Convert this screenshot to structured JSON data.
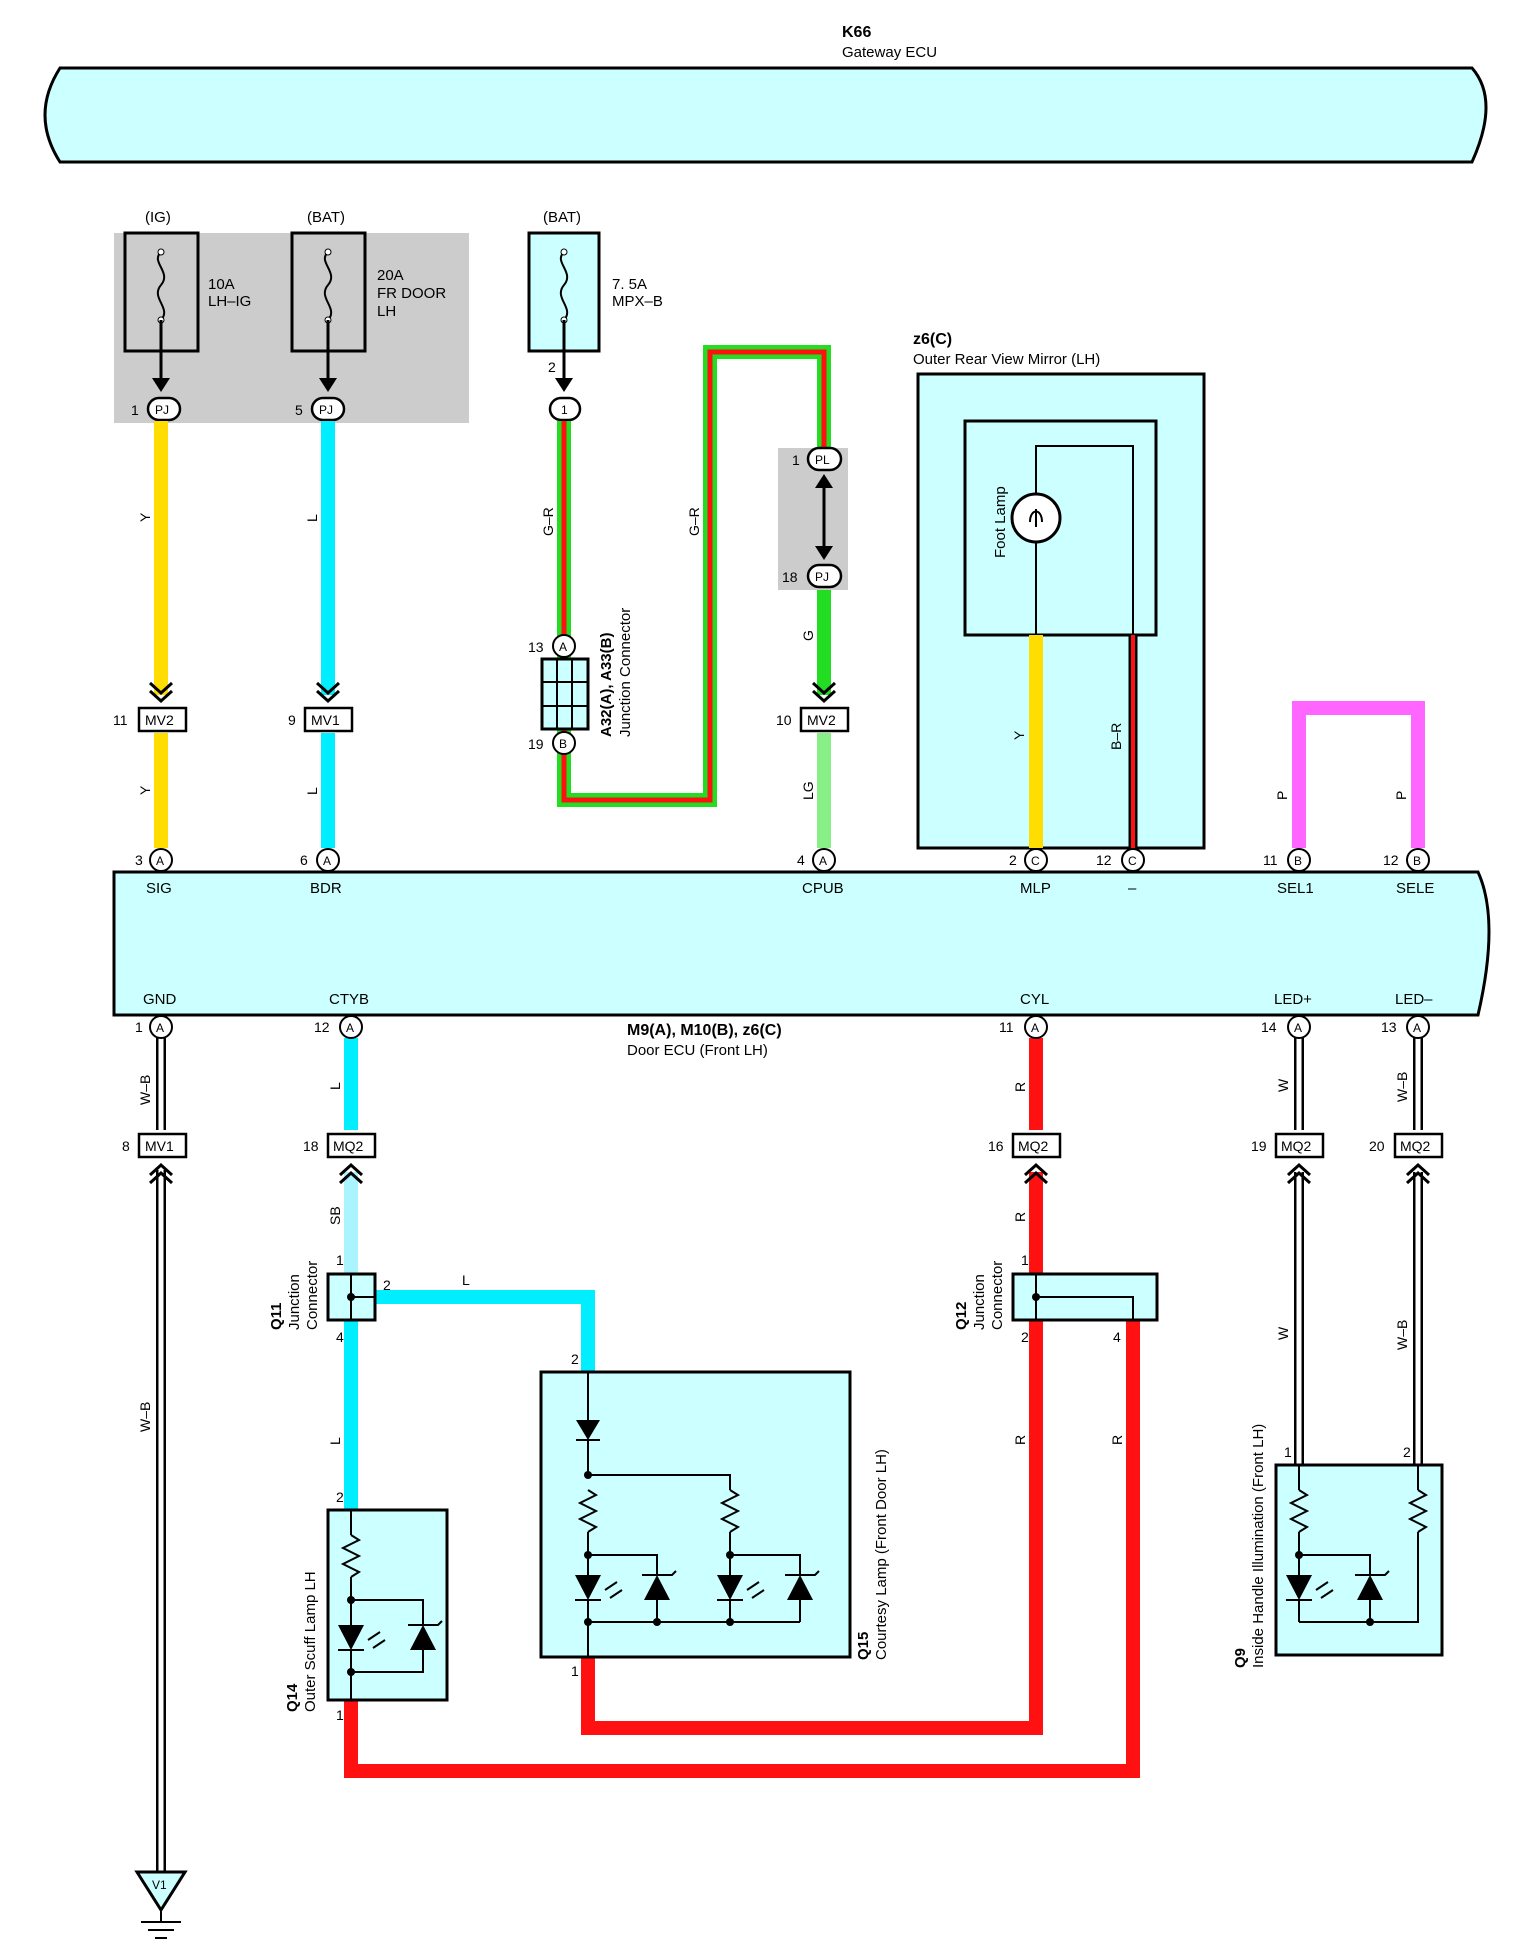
{
  "gateway": {
    "id": "K66",
    "name": "Gateway ECU"
  },
  "fuses": [
    {
      "source": "(IG)",
      "rating": "10A",
      "name": "LH–IG",
      "pin": "1",
      "conn": "PJ"
    },
    {
      "source": "(BAT)",
      "rating": "20A",
      "name1": "FR DOOR",
      "name2": "LH",
      "pin": "5",
      "conn": "PJ"
    },
    {
      "source": "(BAT)",
      "rating": "7. 5A",
      "name": "MPX–B",
      "pin_top": "2",
      "pin": "1"
    }
  ],
  "junction_a32": {
    "id": "A32(A), A33(B)",
    "name": "Junction Connector",
    "pin_top": "13",
    "pin_top_c": "A",
    "pin_bot": "19",
    "pin_bot_c": "B"
  },
  "pl_pj": {
    "top_pin": "1",
    "top_conn": "PL",
    "bot_pin": "18",
    "bot_conn": "PJ"
  },
  "mirror": {
    "id": "z6(C)",
    "name": "Outer Rear View Mirror (LH)",
    "lamp": "Foot Lamp"
  },
  "wire_codes": {
    "y": "Y",
    "l": "L",
    "gr": "G–R",
    "g": "G",
    "lg": "LG",
    "br": "B–R",
    "p": "P",
    "wb": "W–B",
    "r": "R",
    "w": "W",
    "sb": "SB"
  },
  "mv": [
    {
      "pin": "11",
      "conn": "MV2"
    },
    {
      "pin": "9",
      "conn": "MV1"
    },
    {
      "pin": "10",
      "conn": "MV2"
    },
    {
      "pin": "8",
      "conn": "MV1"
    }
  ],
  "door_ecu": {
    "id": "M9(A), M10(B), z6(C)",
    "name": "Door ECU (Front LH)",
    "top_pins": [
      {
        "pin": "3",
        "c": "A",
        "label": "SIG"
      },
      {
        "pin": "6",
        "c": "A",
        "label": "BDR"
      },
      {
        "pin": "4",
        "c": "A",
        "label": "CPUB"
      },
      {
        "pin": "2",
        "c": "C",
        "label": "MLP"
      },
      {
        "pin": "12",
        "c": "C",
        "label": "–"
      },
      {
        "pin": "11",
        "c": "B",
        "label": "SEL1"
      },
      {
        "pin": "12",
        "c": "B",
        "label": "SELE"
      }
    ],
    "bot_pins": [
      {
        "pin": "1",
        "c": "A",
        "label": "GND"
      },
      {
        "pin": "12",
        "c": "A",
        "label": "CTYB"
      },
      {
        "pin": "11",
        "c": "A",
        "label": "CYL"
      },
      {
        "pin": "14",
        "c": "A",
        "label": "LED+"
      },
      {
        "pin": "13",
        "c": "A",
        "label": "LED–"
      }
    ]
  },
  "mq": [
    {
      "pin": "18",
      "conn": "MQ2"
    },
    {
      "pin": "16",
      "conn": "MQ2"
    },
    {
      "pin": "19",
      "conn": "MQ2"
    },
    {
      "pin": "20",
      "conn": "MQ2"
    }
  ],
  "q11": {
    "id": "Q11",
    "name1": "Junction",
    "name2": "Connector",
    "p1": "1",
    "p2": "2",
    "p4": "4"
  },
  "q12": {
    "id": "Q12",
    "name1": "Junction",
    "name2": "Connector",
    "p1": "1",
    "p2": "2",
    "p4": "4"
  },
  "q14": {
    "id": "Q14",
    "name": "Outer Scuff Lamp LH",
    "p2": "2",
    "p1": "1"
  },
  "q15": {
    "id": "Q15",
    "name": "Courtesy Lamp (Front Door LH)",
    "p2": "2",
    "p1": "1"
  },
  "q9": {
    "id": "Q9",
    "name": "Inside Handle Illumination (Front LH)",
    "p1": "1",
    "p2": "2"
  },
  "ground": {
    "id": "V1"
  },
  "colors": {
    "cyan_fill": "#ccffff",
    "gray_fill": "#cccccc",
    "yellow": "#ffdd00",
    "cyan": "#00eeff",
    "green": "#22dd22",
    "light_green": "#88ee88",
    "red": "#ff1111",
    "pink": "#ff66ff",
    "light_cyan": "#aaf4ff"
  }
}
